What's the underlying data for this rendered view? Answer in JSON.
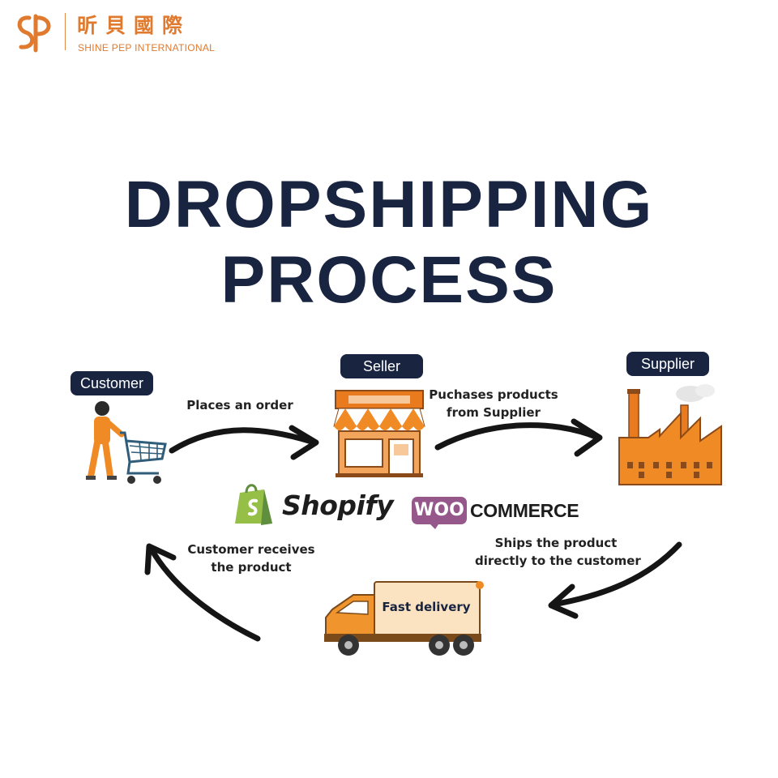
{
  "brand": {
    "cn_name": "昕貝國際",
    "en_name": "SHINE PEP INTERNATIONAL",
    "mark_icon": "sp-monogram-logo",
    "color": "#e07a2e"
  },
  "title": {
    "line1": "DROPSHIPPING",
    "line2": "PROCESS",
    "color": "#182440"
  },
  "nodes": {
    "customer": {
      "label": "Customer",
      "icon": "person-with-shopping-cart"
    },
    "seller": {
      "label": "Seller",
      "icon": "storefront"
    },
    "supplier": {
      "label": "Supplier",
      "icon": "factory"
    }
  },
  "steps": {
    "place_order": "Places an order",
    "purchase_line1": "Puchases products",
    "purchase_line2": "from Supplier",
    "ship_line1": "Ships the product",
    "ship_line2": "directly to the customer",
    "receive_line1": "Customer receives",
    "receive_line2": "the product"
  },
  "platforms": {
    "shopify": "Shopify",
    "woo": "WOO",
    "commerce": "COMMERCE"
  },
  "truck": {
    "label": "Fast delivery",
    "icon": "delivery-truck"
  },
  "colors": {
    "accent_orange": "#f08a24",
    "pill_bg": "#182440",
    "shopify_green": "#95bf47",
    "woo_purple": "#96588a"
  }
}
